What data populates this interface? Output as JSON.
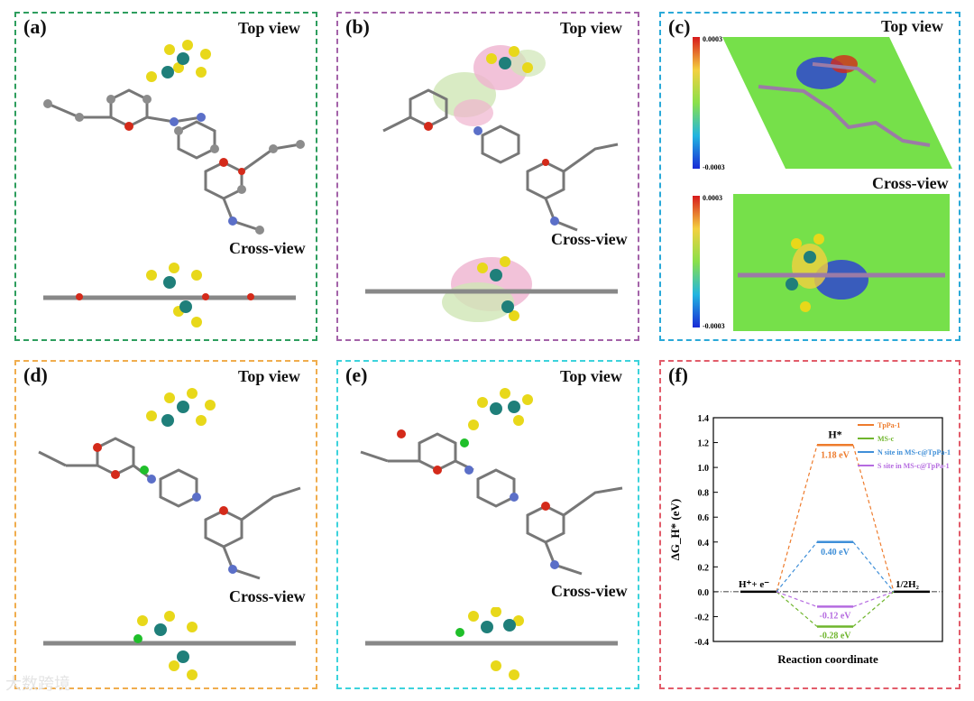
{
  "panels": {
    "a": {
      "label": "(a)",
      "top": "Top view",
      "cross": "Cross-view",
      "border": "#2e9e5e"
    },
    "b": {
      "label": "(b)",
      "top": "Top view",
      "cross": "Cross-view",
      "border": "#a463a9"
    },
    "c": {
      "label": "(c)",
      "top": "Top view",
      "cross": "Cross-view",
      "border": "#2aa9d8",
      "colorbar_max": "0.0003",
      "colorbar_min": "-0.0003"
    },
    "d": {
      "label": "(d)",
      "top": "Top view",
      "cross": "Cross-view",
      "border": "#f0ad4e"
    },
    "e": {
      "label": "(e)",
      "top": "Top view",
      "cross": "Cross-view",
      "border": "#3dd3dc"
    },
    "f": {
      "label": "(f)",
      "border": "#e25c6a"
    }
  },
  "watermark": "大数跨境",
  "colors": {
    "sulfur": "#e8d81a",
    "molybdenum": "#1f7f7a",
    "carbon": "#8c8c8c",
    "oxygen": "#d42a1a",
    "nitrogen": "#5b6fc8",
    "hydrogen": "#f2f2f2",
    "chlorine": "#1fbf2a"
  },
  "chart_data": {
    "type": "line",
    "ylabel": "ΔG_H* (eV)",
    "xlabel": "Reaction coordinate",
    "ylim": [
      -0.4,
      1.4
    ],
    "yticks": [
      -0.4,
      -0.2,
      0.0,
      0.2,
      0.4,
      0.6,
      0.8,
      1.0,
      1.2,
      1.4
    ],
    "ytick_labels": [
      "-0.4",
      "-0.2",
      "0.0",
      "0.2",
      "0.4",
      "0.6",
      "0.8",
      "1.0",
      "1.2",
      "1.4"
    ],
    "states": [
      "H⁺+ e⁻",
      "H*",
      "1/2H₂"
    ],
    "states_text": {
      "initial": "H⁺+ e⁻",
      "intermediate": "H*",
      "final": "1/2H₂"
    },
    "series": [
      {
        "name": "TpPa-1",
        "color": "#ee7b2c",
        "values": [
          0,
          1.18,
          0
        ],
        "label": "1.18 eV"
      },
      {
        "name": "MS-c",
        "color": "#6fb52c",
        "values": [
          0,
          -0.28,
          0
        ],
        "label": "-0.28 eV"
      },
      {
        "name": "N site in MS-c@TpPa-1",
        "color": "#3f8fd8",
        "values": [
          0,
          0.4,
          0
        ],
        "label": "0.40 eV"
      },
      {
        "name": "S site in MS-c@TpPa-1",
        "color": "#b56be0",
        "values": [
          0,
          -0.12,
          0
        ],
        "label": "-0.12 eV"
      }
    ],
    "legend_position": "top-right"
  }
}
